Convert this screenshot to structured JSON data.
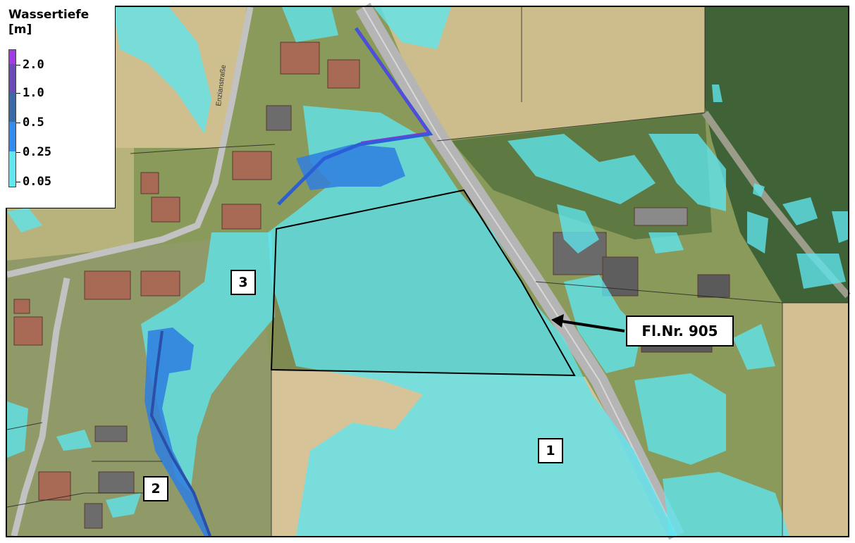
{
  "legend": {
    "title_line1": "Wassertiefe",
    "title_line2": "[m]",
    "classes": [
      {
        "label": "2.0",
        "color": "#a23be6"
      },
      {
        "label": "1.0",
        "color": "#6f4fc8"
      },
      {
        "label": "0.5",
        "color": "#3a6aa6"
      },
      {
        "label": "0.25",
        "color": "#2f8cf0"
      },
      {
        "label": "0.05",
        "color": "#5fe6ee"
      }
    ]
  },
  "labels": {
    "box1": "1",
    "box2": "2",
    "box3": "3",
    "parcel": "Fl.Nr. 905",
    "street": "Enzianstraße"
  },
  "colors": {
    "flood_shallow": "#5fe6ee",
    "flood_mid": "#2f8cf0",
    "flood_deep": "#2a5fd8",
    "flood_deepest": "#7a3ad8",
    "field_light": "#d4c39a",
    "field_green": "#7c8e4a",
    "forest": "#3a5a30",
    "road": "#b9b9b9",
    "parcel_outline": "#000000"
  }
}
